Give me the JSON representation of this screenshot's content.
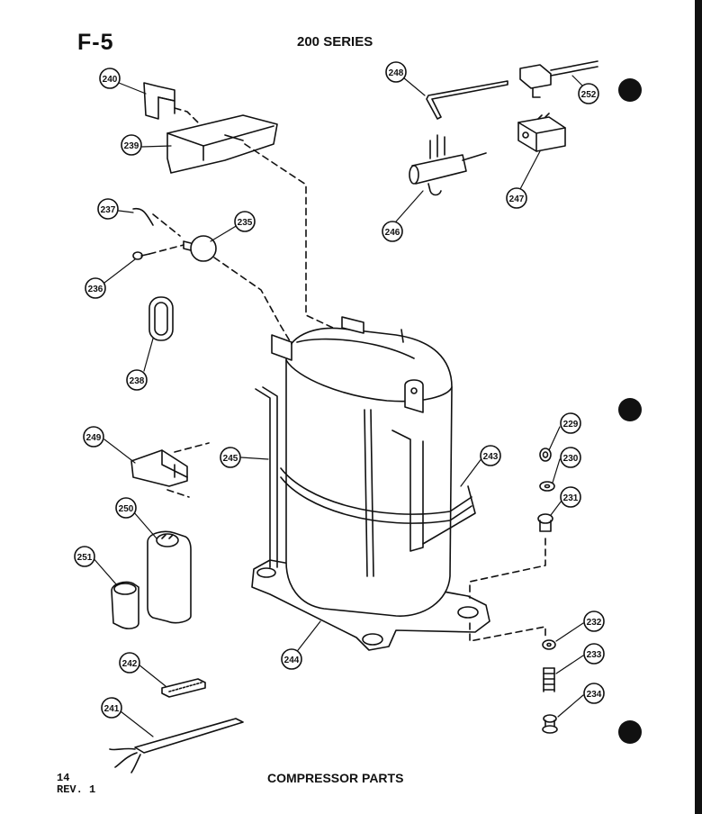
{
  "header": {
    "figure_id": "F-5",
    "series": "200 SERIES"
  },
  "footer": {
    "page_number": "14",
    "revision": "REV. 1",
    "caption": "COMPRESSOR PARTS"
  },
  "callouts": {
    "c240": "240",
    "c239": "239",
    "c237": "237",
    "c235": "235",
    "c236": "236",
    "c238": "238",
    "c248": "248",
    "c252": "252",
    "c246": "246",
    "c247": "247",
    "c249": "249",
    "c245": "245",
    "c243": "243",
    "c250": "250",
    "c251": "251",
    "c244": "244",
    "c242": "242",
    "c241": "241",
    "c229": "229",
    "c230": "230",
    "c231": "231",
    "c232": "232",
    "c233": "233",
    "c234": "234"
  },
  "colors": {
    "ink": "#111111",
    "paper": "#ffffff"
  }
}
